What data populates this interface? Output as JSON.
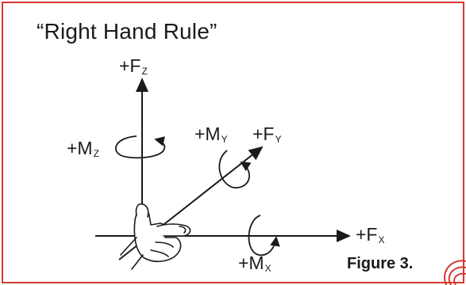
{
  "title": "“Right Hand Rule”",
  "axes": {
    "fz": {
      "prefix": "+F",
      "sub": "Z"
    },
    "fy": {
      "prefix": "+F",
      "sub": "Y"
    },
    "fx": {
      "prefix": "+F",
      "sub": "X"
    },
    "mz": {
      "prefix": "+M",
      "sub": "Z"
    },
    "my": {
      "prefix": "+M",
      "sub": "Y"
    },
    "mx": {
      "prefix": "+M",
      "sub": "X"
    }
  },
  "caption": "Figure 3.",
  "colors": {
    "ink": "#1a1a1a",
    "border": "#d43a32",
    "logo": "#d43a32"
  },
  "icons": [
    "hand-icon",
    "rotation-arrow-icon",
    "logo-swirl-icon"
  ]
}
